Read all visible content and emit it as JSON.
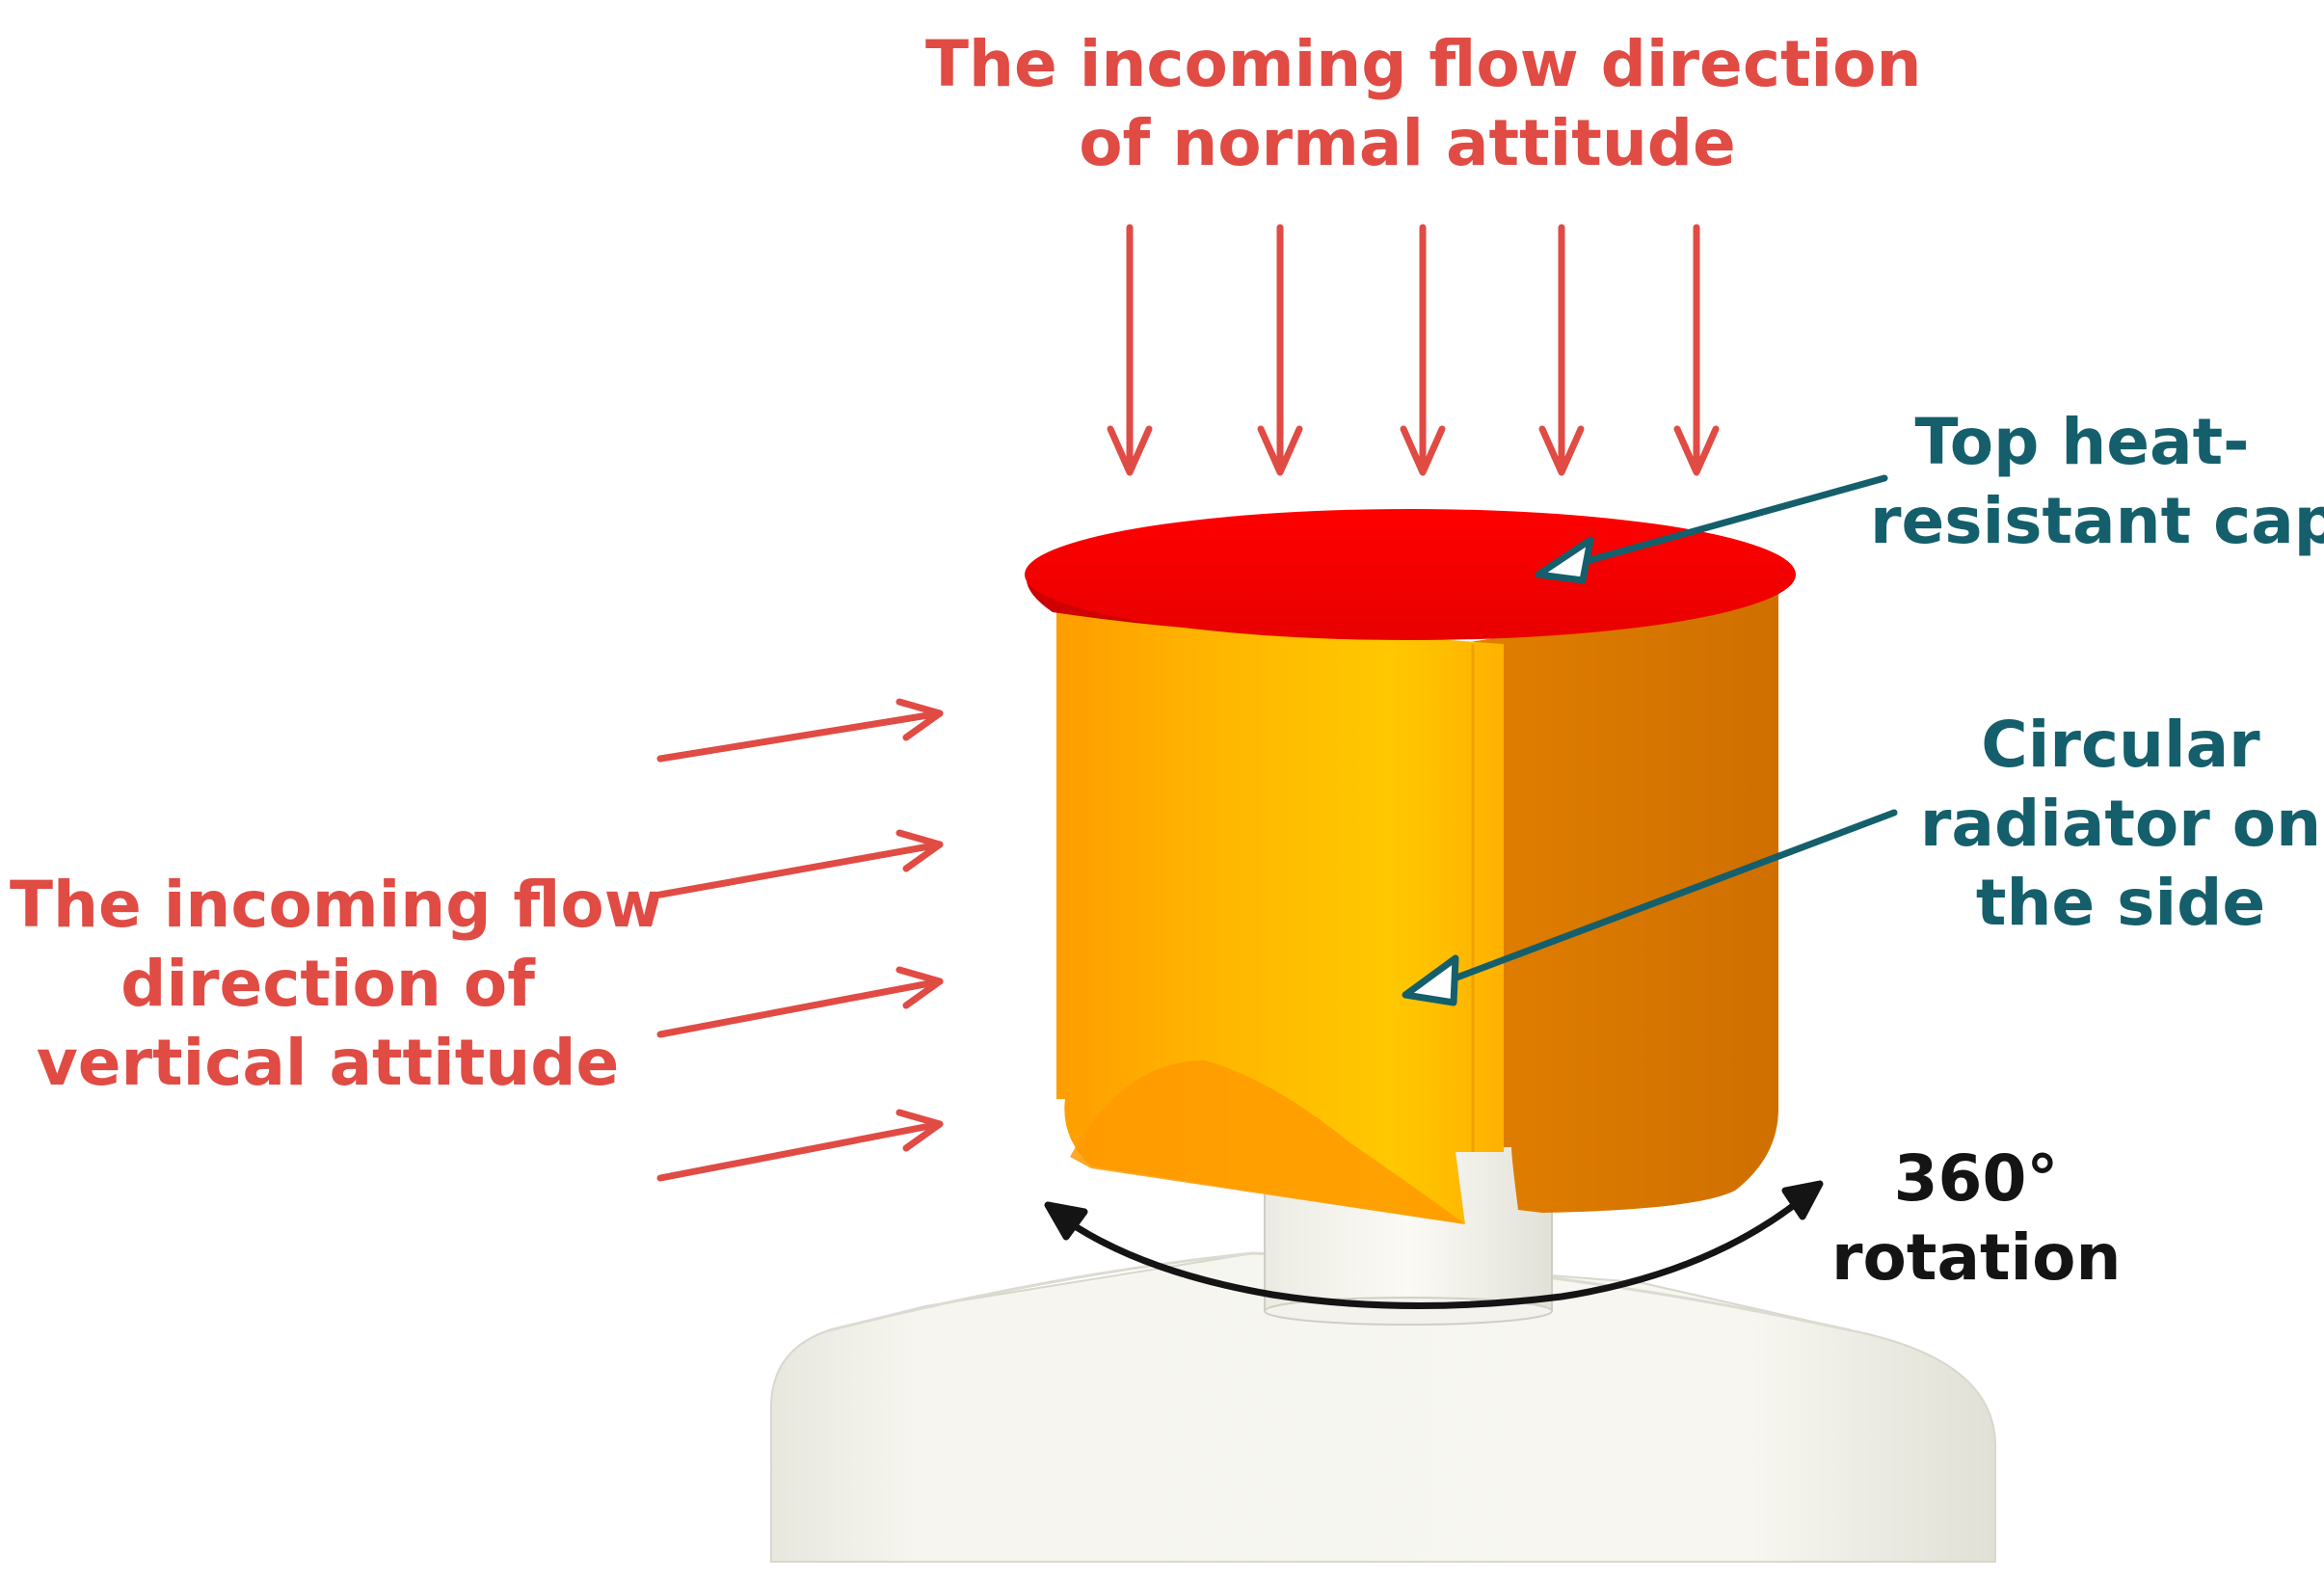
{
  "labels": {
    "normal_flow": [
      "The incoming flow direction",
      "of normal attitude"
    ],
    "vertical_flow": [
      "The incoming flow",
      "direction of",
      "vertical attitude"
    ],
    "top_cap": [
      "Top heat-",
      "resistant cap"
    ],
    "side_radiator": [
      "Circular",
      "radiator on",
      "the side"
    ],
    "rotation": [
      "360°",
      "rotation"
    ]
  },
  "colors": {
    "flow_arrow": "#e04b44",
    "callout_teal": "#145f6b",
    "rotation_arrow": "#141414",
    "cap_red": "#f00000",
    "radiator_orange": "#ffa400",
    "radiator_yellow": "#ffc300",
    "body_white": "#f2f1ea"
  }
}
